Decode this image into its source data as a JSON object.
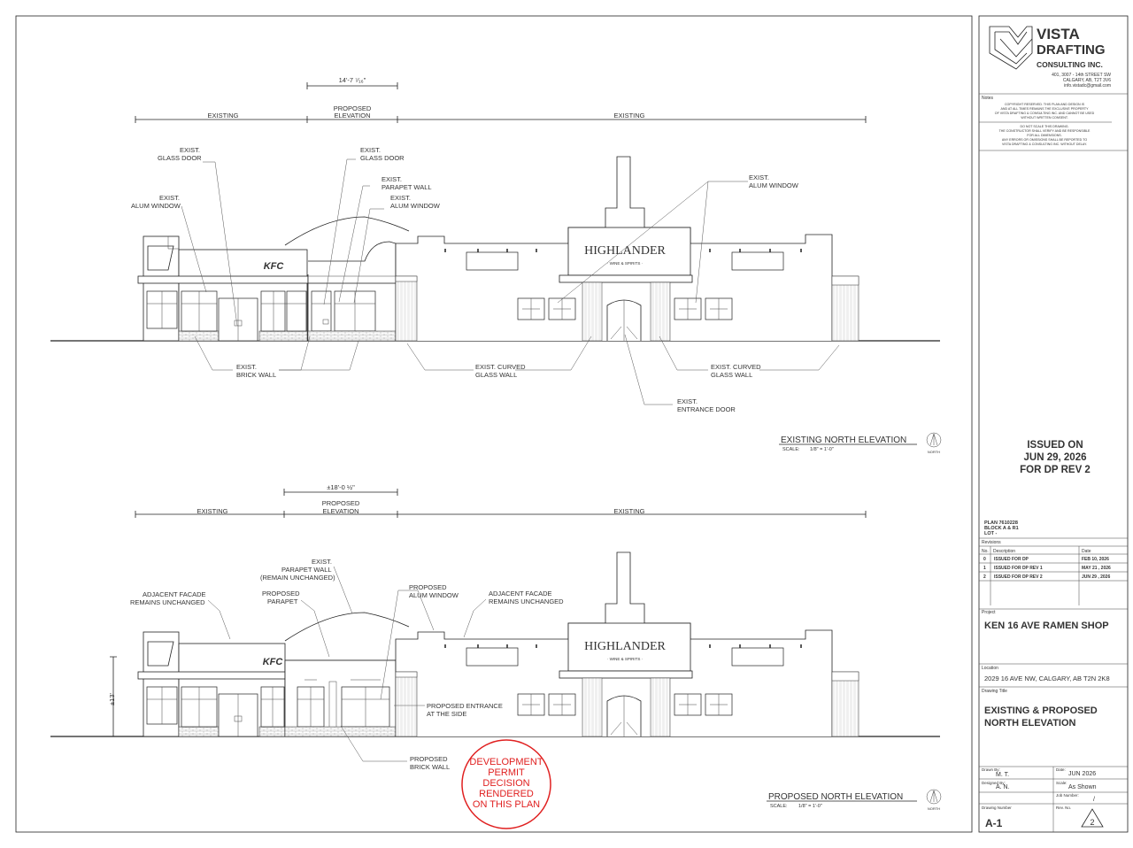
{
  "elevation1": {
    "title": "EXISTING NORTH ELEVATION",
    "scale_label": "SCALE:",
    "scale": "1/8\" = 1'-0\"",
    "north": "NORTH",
    "dim_top": "14'-7 ⁷⁄₁₆\"",
    "dim_existing_left": "EXISTING",
    "dim_proposed": "PROPOSED",
    "dim_proposed2": "ELEVATION",
    "dim_existing_right": "EXISTING",
    "labels": {
      "glass_door_l1": "EXIST.",
      "glass_door_l2": "GLASS DOOR",
      "alum_window_l1": "EXIST.",
      "alum_window_l2": "ALUM WINDOW",
      "glass_door_r1": "EXIST.",
      "glass_door_r2": "GLASS DOOR",
      "parapet_1": "EXIST.",
      "parapet_2": "PARAPET WALL",
      "alum_window_m1": "EXIST.",
      "alum_window_m2": "ALUM WINDOW",
      "alum_window_r1": "EXIST.",
      "alum_window_r2": "ALUM WINDOW",
      "brick_1": "EXIST.",
      "brick_2": "BRICK WALL",
      "curved_l1": "EXIST. CURVED",
      "curved_l2": "GLASS WALL",
      "curved_r1": "EXIST. CURVED",
      "curved_r2": "GLASS WALL",
      "entrance_1": "EXIST.",
      "entrance_2": "ENTRANCE DOOR"
    }
  },
  "elevation2": {
    "title": "PROPOSED NORTH ELEVATION",
    "scale_label": "SCALE:",
    "scale": "1/8\" = 1'-0\"",
    "north": "NORTH",
    "dim_top": "±18'-0 ½\"",
    "dim_existing_left": "EXISTING",
    "dim_proposed": "PROPOSED",
    "dim_proposed2": "ELEVATION",
    "dim_existing_right": "EXISTING",
    "height": "±13'",
    "labels": {
      "adj_l1": "ADJACENT FACADE",
      "adj_l2": "REMAINS UNCHANGED",
      "parapet_1": "EXIST.",
      "parapet_2": "PARAPET WALL",
      "parapet_3": "(REMAIN UNCHANGED)",
      "prop_parapet_1": "PROPOSED",
      "prop_parapet_2": "PARAPET",
      "prop_window_1": "PROPOSED",
      "prop_window_2": "ALUM WINDOW",
      "adj_r1": "ADJACENT FACADE",
      "adj_r2": "REMAINS UNCHANGED",
      "entrance_1": "PROPOSED ENTRANCE",
      "entrance_2": "AT THE SIDE",
      "brick_1": "PROPOSED",
      "brick_2": "BRICK WALL"
    }
  },
  "signs": {
    "kfc": "KFC",
    "highlander": "HIGHLANDER",
    "highlander_sub": "· WINE & SPIRITS ·"
  },
  "stamp": {
    "line1": "DEVELOPMENT",
    "line2": "PERMIT",
    "line3": "DECISION",
    "line4": "RENDERED",
    "line5": "ON THIS PLAN",
    "color": "#e02020"
  },
  "title_block": {
    "company1": "VISTA",
    "company2": "DRAFTING",
    "company3": "CONSULTING INC.",
    "addr1": "401, 3007 - 14th STREET SW",
    "addr2": "CALGARY, AB, T2T 3V6",
    "addr3": "info.vistadc@gmail.com",
    "notes_label": "Notes",
    "note1": "COPYRIGHT RESERVED. THIS PLAN AND DESIGN IS",
    "note2": "AND AT ALL TIMES REMAINS THE EXCLUSIVE PROPERTY",
    "note3": "OF VISTA DRAFTING & CONSULTING INC. AND CANNOT BE USED",
    "note4": "WITHOUT WRITTEN CONSENT.",
    "note5": "DO NOT SCALE THIS DRAWING.",
    "note6": "THE CONSTRUCTOR SHALL VERIFY AND BE RESPONSIBLE",
    "note7": "FOR ALL DIMENSIONS.",
    "note8": "ANY ERRORS OR OMISSIONS SHALL BE REPORTED TO",
    "note9": "VISTA DRAFTING & CONSULTING INC. WITHOUT DELAY.",
    "issued1": "ISSUED ON",
    "issued2": "JUN 29, 2026",
    "issued3": "FOR DP REV 2",
    "plan": "PLAN 7610228",
    "block": "BLOCK A & R1",
    "lot": "LOT -",
    "revisions_label": "Revisions",
    "rev_headers": [
      "No.",
      "Description",
      "Date"
    ],
    "revisions": [
      {
        "no": "0",
        "desc": "ISSUED FOR DP",
        "date": "FEB 10, 2026"
      },
      {
        "no": "1",
        "desc": "ISSUED FOR DP REV 1",
        "date": "MAY 21 , 2026"
      },
      {
        "no": "2",
        "desc": "ISSUED FOR DP REV 2",
        "date": "JUN 29 , 2026"
      }
    ],
    "project_label": "Project",
    "project": "KEN 16 AVE RAMEN SHOP",
    "location_label": "Location",
    "location": "2029 16 AVE NW, CALGARY, AB T2N 2K8",
    "drawing_title_label": "Drawing Title",
    "drawing_title1": "EXISTING & PROPOSED",
    "drawing_title2": "NORTH ELEVATION",
    "drawn_by_label": "Drawn By:",
    "drawn_by": "M. T.",
    "date_label": "Date:",
    "date": "JUN 2026",
    "designed_by_label": "Designed By:",
    "designed_by": "A. N.",
    "scale_label": "Scale:",
    "scale": "As Shown",
    "job_label": "Job Number:",
    "job": "/",
    "drawing_number_label": "Drawing Number",
    "drawing_number": "A-1",
    "rev_no_label": "Rev. No.",
    "rev_no": "2"
  }
}
